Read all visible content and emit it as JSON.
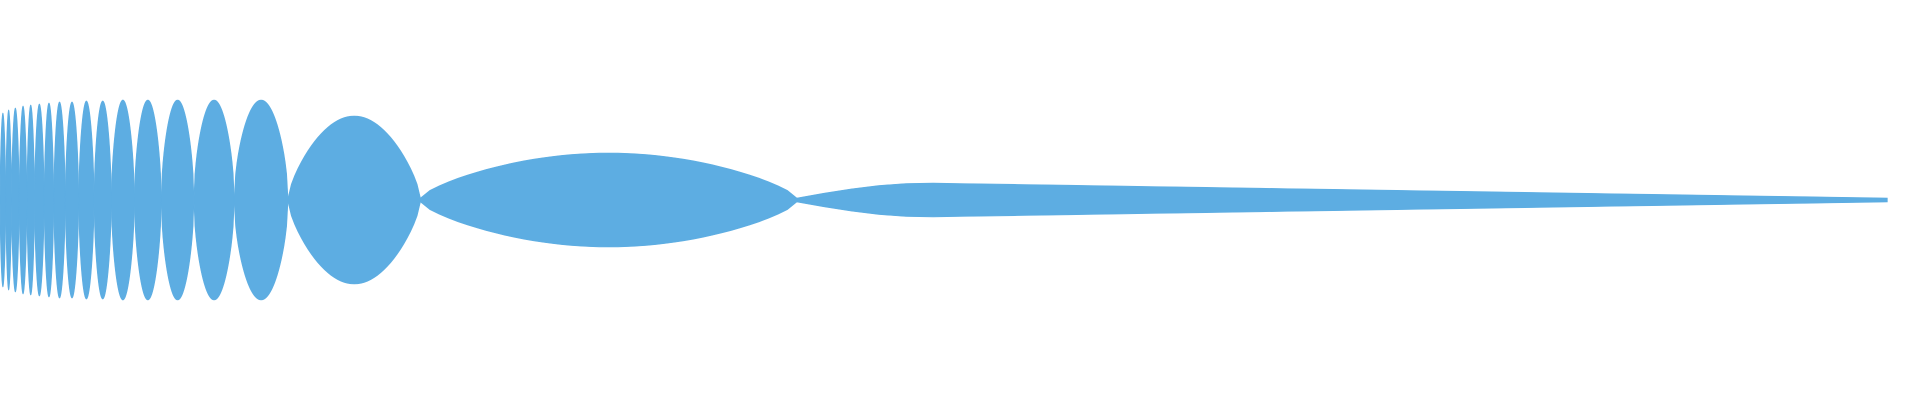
{
  "waveform": {
    "color": "#5dade2",
    "background": "#ffffff",
    "description_shape": "chirp-like waveform envelope, oscillations slowing and amplitude decaying left to right",
    "lobes": [
      {
        "start": 0.0,
        "end": 0.003,
        "amp": 0.87
      },
      {
        "start": 0.003,
        "end": 0.006,
        "amp": 0.9
      },
      {
        "start": 0.006,
        "end": 0.01,
        "amp": 0.92
      },
      {
        "start": 0.01,
        "end": 0.014,
        "amp": 0.94
      },
      {
        "start": 0.014,
        "end": 0.018,
        "amp": 0.95
      },
      {
        "start": 0.018,
        "end": 0.023,
        "amp": 0.96
      },
      {
        "start": 0.023,
        "end": 0.028,
        "amp": 0.97
      },
      {
        "start": 0.028,
        "end": 0.034,
        "amp": 0.98
      },
      {
        "start": 0.034,
        "end": 0.041,
        "amp": 0.98
      },
      {
        "start": 0.041,
        "end": 0.049,
        "amp": 0.99
      },
      {
        "start": 0.049,
        "end": 0.058,
        "amp": 0.99
      },
      {
        "start": 0.058,
        "end": 0.07,
        "amp": 1.0
      },
      {
        "start": 0.07,
        "end": 0.084,
        "amp": 1.0
      },
      {
        "start": 0.084,
        "end": 0.101,
        "amp": 1.0
      },
      {
        "start": 0.101,
        "end": 0.122,
        "amp": 1.0
      },
      {
        "start": 0.122,
        "end": 0.15,
        "amp": 1.0
      },
      {
        "start": 0.15,
        "end": 0.219,
        "amp": 0.84
      },
      {
        "start": 0.219,
        "end": 0.415,
        "amp": 0.47
      },
      {
        "start": 0.415,
        "end": 0.983,
        "amp": 0.17
      }
    ]
  }
}
